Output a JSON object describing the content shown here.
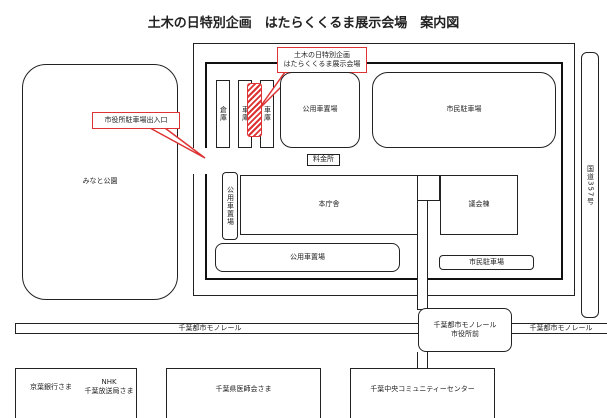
{
  "title": "土木の日特別企画　はたらくくるま展示会場　案内図",
  "event_callout": {
    "line1": "土木の日特別企画",
    "line2": "はたらくくるま展示会場"
  },
  "entrance_callout": "市役所駐車場出入口",
  "park": "みなと公園",
  "warehouse": "倉庫",
  "garage1": "車庫",
  "garage2": "車庫",
  "official_parking_top": "公用車置場",
  "citizen_parking_top": "市民駐車場",
  "toll_booth": "料金所",
  "official_parking_left": "公用車置場",
  "main_building": "本庁舎",
  "assembly_building": "議会棟",
  "official_parking_bottom": "公用車置場",
  "citizen_parking_bottom": "市民駐車場",
  "road": "国道357号",
  "monorail_left": "千葉都市モノレール",
  "monorail_right": "千葉都市モノレール",
  "station": {
    "line1": "千葉都市モノレール",
    "line2": "市役所前"
  },
  "bottom": {
    "bank": "京葉銀行さま",
    "nhk1": "NHK",
    "nhk2": "千葉放送局さま",
    "medical": "千葉県医師会さま",
    "community": "千葉中央コミュニティーセンター"
  },
  "colors": {
    "highlight": "#d33333"
  }
}
